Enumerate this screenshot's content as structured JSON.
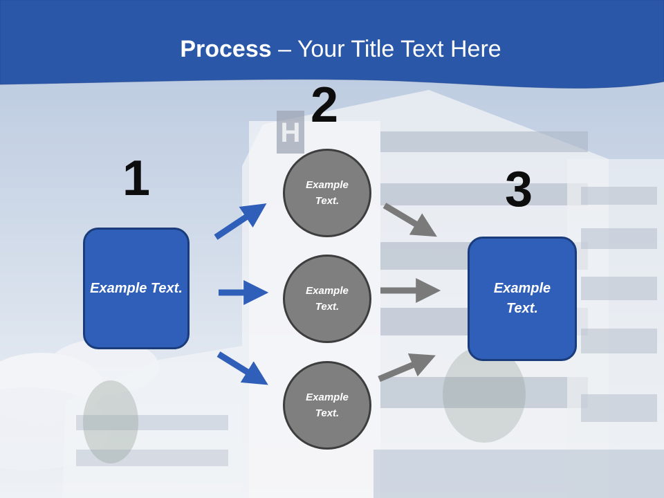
{
  "title": {
    "bold": "Process",
    "rest": " – Your Title Text Here"
  },
  "steps": {
    "one": "1",
    "two": "2",
    "three": "3"
  },
  "left_box": {
    "text": "Example Text."
  },
  "circles": [
    {
      "text": "Example Text."
    },
    {
      "text": "Example Text."
    },
    {
      "text": "Example Text."
    }
  ],
  "right_box": {
    "text": "Example Text."
  },
  "colors": {
    "header_blue": "#2b57a8",
    "box_blue": "#2f5fb8",
    "circle_gray": "#7f7f7f",
    "arrow_blue": "#2f5fb8",
    "arrow_gray": "#7a7a7a"
  }
}
